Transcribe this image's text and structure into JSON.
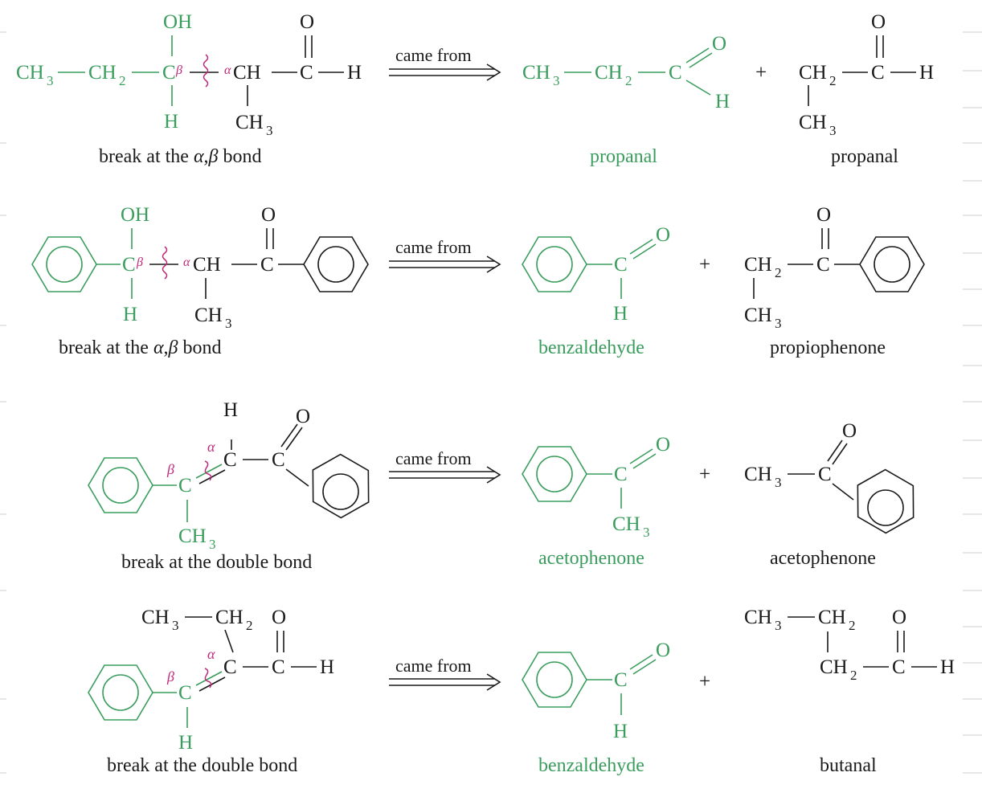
{
  "arrow_label": "came from",
  "plus": "+",
  "atoms": {
    "OH": "OH",
    "O": "O",
    "H": "H",
    "C": "C",
    "CH": "CH",
    "CH3": "CH",
    "CH2": "CH",
    "sub3": "3",
    "sub2": "2",
    "alpha": "α",
    "beta": "β"
  },
  "rows": [
    {
      "caption_prefix": "break at the ",
      "caption_alpha": "α",
      "caption_comma": ",",
      "caption_beta": "β",
      "caption_suffix": " bond",
      "product1": "propanal",
      "product2": "propanal"
    },
    {
      "caption_prefix": "break at the ",
      "caption_alpha": "α",
      "caption_comma": ",",
      "caption_beta": "β",
      "caption_suffix": " bond",
      "product1": "benzaldehyde",
      "product2": "propiophenone"
    },
    {
      "caption": "break at the double bond",
      "product1": "acetophenone",
      "product2": "acetophenone"
    },
    {
      "caption": "break at the double bond",
      "product1": "benzaldehyde",
      "product2": "butanal"
    }
  ],
  "colors": {
    "precursor_green": "#3a9d5d",
    "black": "#1a1a1a",
    "break_magenta": "#c0287a"
  }
}
